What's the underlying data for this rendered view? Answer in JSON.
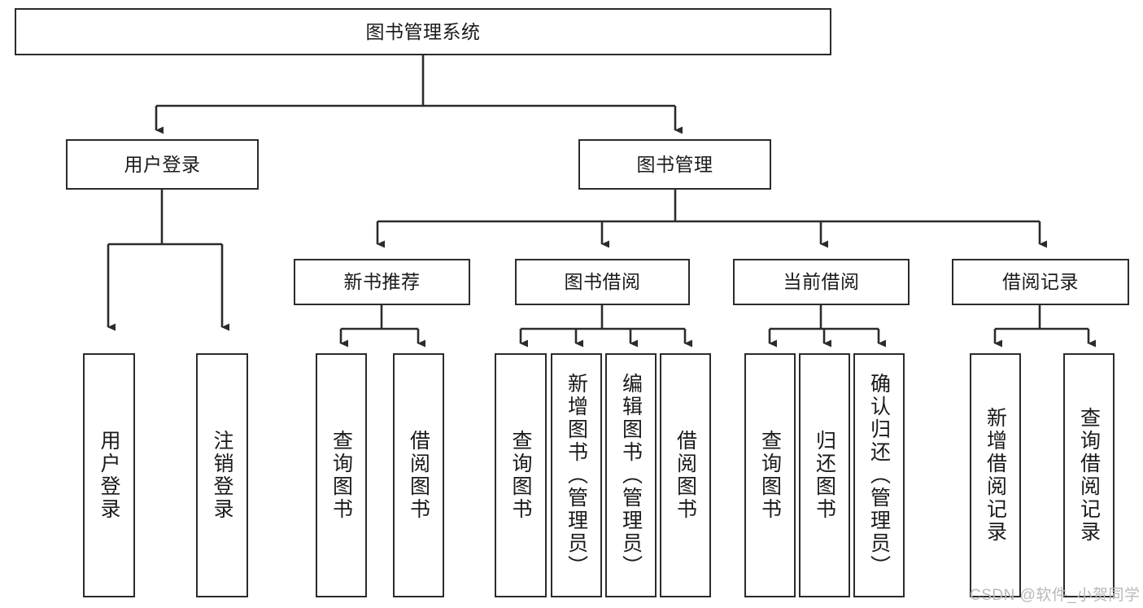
{
  "diagram": {
    "type": "tree-hierarchy-flowchart",
    "title": "图书管理系统",
    "watermark": "CSDN @软件_小贺同学",
    "colors": {
      "box_border": "#2b2b2b",
      "box_fill": "#ffffff",
      "connector": "#2b2b2b",
      "text": "#1a1a1a",
      "watermark": "#b9b9b9",
      "canvas": "#ffffff"
    },
    "levels": {
      "root": {
        "label": "图书管理系统"
      },
      "level2": [
        {
          "id": "user-login",
          "label": "用户登录"
        },
        {
          "id": "book-management",
          "label": "图书管理"
        }
      ],
      "level3": [
        {
          "id": "new-book-recommend",
          "label": "新书推荐"
        },
        {
          "id": "book-borrow",
          "label": "图书借阅"
        },
        {
          "id": "current-borrow",
          "label": "当前借阅"
        },
        {
          "id": "borrow-record",
          "label": "借阅记录"
        }
      ],
      "leaves": {
        "user-login": [
          {
            "id": "leaf-user-login",
            "label": "用户登录"
          },
          {
            "id": "leaf-user-logout",
            "label": "注销登录"
          }
        ],
        "new-book-recommend": [
          {
            "id": "leaf-query-book-1",
            "label": "查询图书"
          },
          {
            "id": "leaf-borrow-book-1",
            "label": "借阅图书"
          }
        ],
        "book-borrow": [
          {
            "id": "leaf-query-book-2",
            "label": "查询图书"
          },
          {
            "id": "leaf-add-book",
            "label": "新增图书（管理员）"
          },
          {
            "id": "leaf-edit-book",
            "label": "编辑图书（管理员）"
          },
          {
            "id": "leaf-borrow-book-2",
            "label": "借阅图书"
          }
        ],
        "current-borrow": [
          {
            "id": "leaf-query-book-3",
            "label": "查询图书"
          },
          {
            "id": "leaf-return-book",
            "label": "归还图书"
          },
          {
            "id": "leaf-confirm-return",
            "label": "确认归还（管理员）"
          }
        ],
        "borrow-record": [
          {
            "id": "leaf-add-record",
            "label": "新增借阅记录"
          },
          {
            "id": "leaf-query-record",
            "label": "查询借阅记录"
          }
        ]
      }
    }
  }
}
